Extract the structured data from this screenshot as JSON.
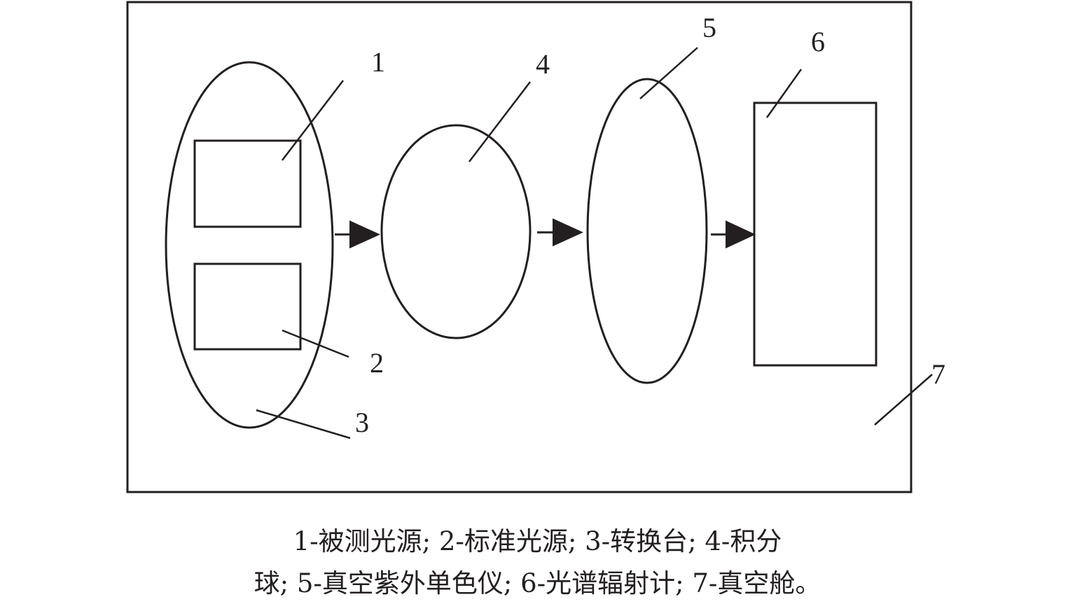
{
  "diagram": {
    "labels": {
      "measured_source": "1",
      "standard_source": "2",
      "turntable": "3",
      "integrating_sphere": "4",
      "vuv_monochromator": "5",
      "spectroradiometer": "6",
      "vacuum_chamber": "7"
    }
  },
  "caption": {
    "line1": "1-被测光源; 2-标准光源; 3-转换台; 4-积分",
    "line2": "球; 5-真空紫外单色仪; 6-光谱辐射计; 7-真空舱。"
  }
}
